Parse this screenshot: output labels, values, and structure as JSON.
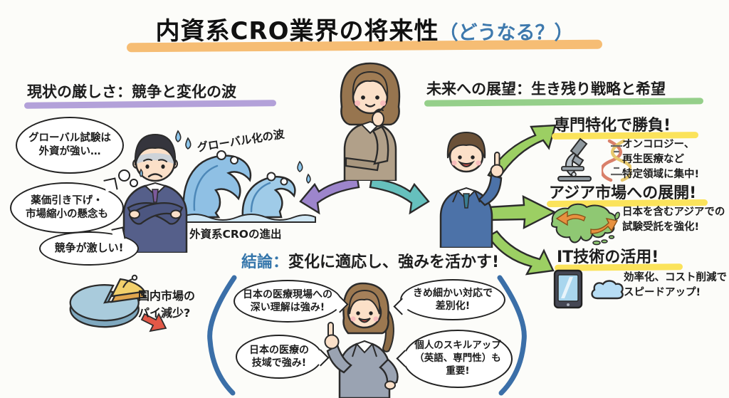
{
  "title": {
    "main": "内資系CRO業界の将来性",
    "sub": "（どうなる？）"
  },
  "left_section": {
    "header": "現状の厳しさ：競争と変化の波",
    "thought_bubble": "グローバル試験は\n外資が強い…",
    "price_bubble": "薬価引き下げ・\n市場縮小の懸念も",
    "competition_bubble": "競争が激しい!",
    "wave_label_top": "グローバル化の波",
    "wave_label_bottom": "外資系CROの進出",
    "pie_label": "国内市場の\nパイ減少?"
  },
  "right_section": {
    "header": "未来への展望：生き残り戦略と希望",
    "items": [
      {
        "title": "専門特化で勝負!",
        "desc": "オンコロジー、\n再生医療など\n特定領域に集中!"
      },
      {
        "title": "アジア市場への展開!",
        "desc": "日本を含むアジアでの\n試験受託を強化!"
      },
      {
        "title": "IT技術の活用!",
        "desc": "効率化、コスト削減で\nスピードアップ!"
      }
    ]
  },
  "conclusion": {
    "label": "結論：",
    "text": "変化に適応し、強みを活かす!",
    "bubble_field_understanding": "日本の医療現場への\n深い理解は強み!",
    "bubble_region_strength": "日本の医療の\n技域で強み!",
    "bubble_fine_service": "きめ細かい対応で\n差別化!",
    "bubble_personal_skill": "個人のスキルアップ\n（英語、専門性）も\n重要!"
  },
  "colors": {
    "title_highlight": "#f6bd74",
    "left_highlight": "#b3a1d9",
    "right_highlight": "#95cf8a",
    "item_highlight": "#fbe35b",
    "accent_blue": "#3e79ad",
    "green_arrow": "#9ccf63",
    "purple_arrow": "#9d85cc",
    "teal_arrow": "#66c0bd",
    "wave_blue": "#8fc0e4",
    "arc_blue": "#3b6fa8"
  }
}
